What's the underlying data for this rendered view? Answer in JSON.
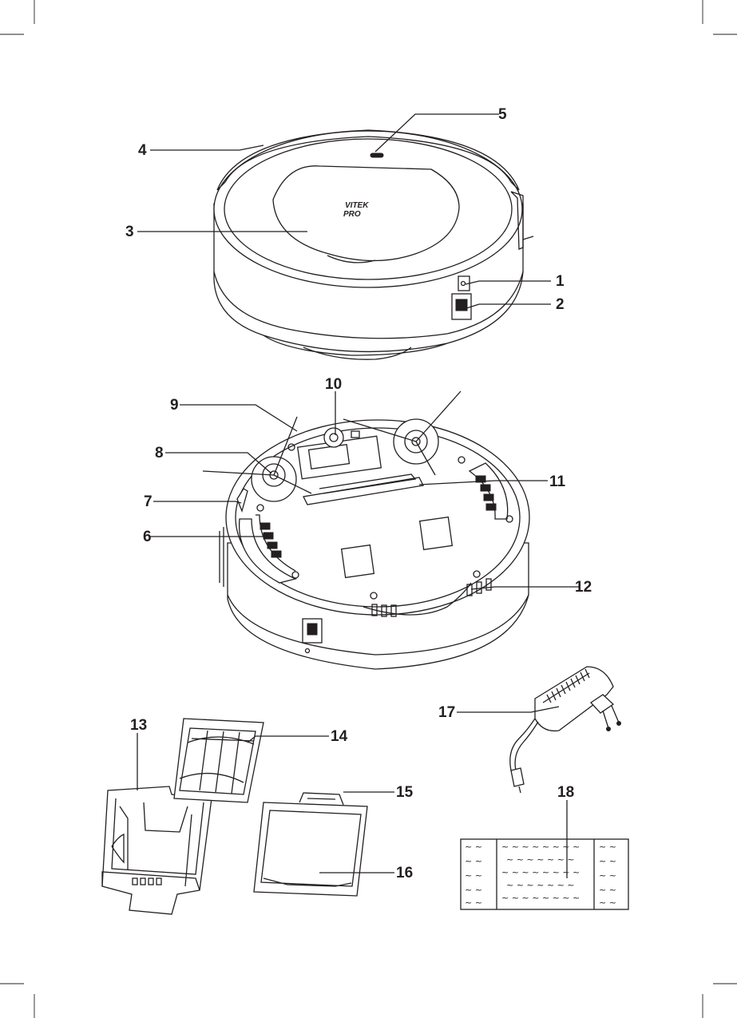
{
  "figure": {
    "brand_line1": "VITEK",
    "brand_line2": "PRO",
    "callouts": [
      "1",
      "2",
      "3",
      "4",
      "5",
      "6",
      "7",
      "8",
      "9",
      "10",
      "11",
      "12",
      "13",
      "14",
      "15",
      "16",
      "17",
      "18"
    ],
    "colors": {
      "ink": "#231f20",
      "paper": "#ffffff"
    }
  }
}
